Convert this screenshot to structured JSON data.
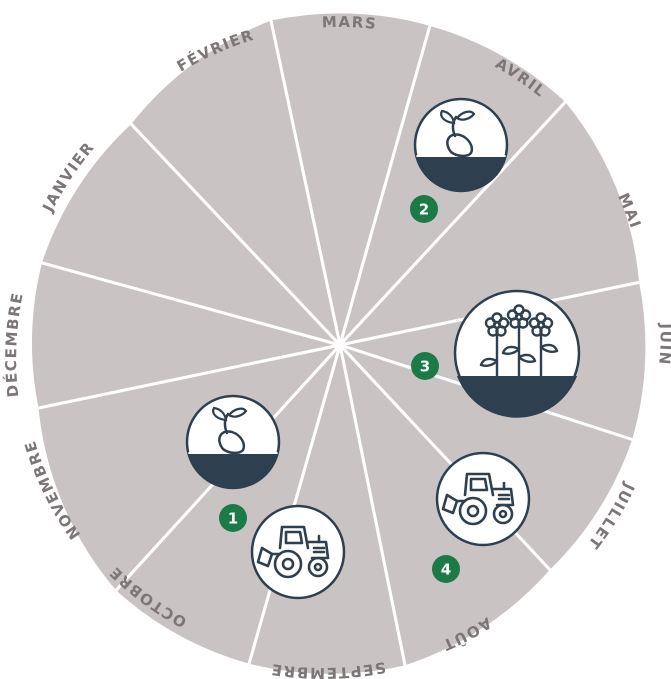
{
  "colors": {
    "segment_fill": "#cac3c4",
    "segment_stroke": "#ffffff",
    "icon_dark": "#2e3f50",
    "icon_bg": "#ffffff",
    "badge": "#1b7a45",
    "label": "#7d7676"
  },
  "months": [
    {
      "id": "mars",
      "label": "MARS"
    },
    {
      "id": "avril",
      "label": "AVRIL"
    },
    {
      "id": "mai",
      "label": "MAI"
    },
    {
      "id": "juin",
      "label": "JUIN"
    },
    {
      "id": "juillet",
      "label": "JUILLET"
    },
    {
      "id": "aout",
      "label": "AOÛT"
    },
    {
      "id": "septembre",
      "label": "SEPTEMBRE"
    },
    {
      "id": "octobre",
      "label": "OCTOBRE"
    },
    {
      "id": "novembre",
      "label": "NOVEMBRE"
    },
    {
      "id": "decembre",
      "label": "DÉCEMBRE"
    },
    {
      "id": "janvier",
      "label": "JANVIER"
    },
    {
      "id": "fevrier",
      "label": "FÉVRIER"
    }
  ],
  "steps": [
    {
      "number": "1",
      "icon": "seedling-icon"
    },
    {
      "number": "2",
      "icon": "seedling-icon"
    },
    {
      "number": "3",
      "icon": "flowers-icon"
    },
    {
      "number": "4",
      "icon": "tractor-icon"
    }
  ],
  "extra_icons": [
    {
      "icon": "tractor-icon"
    }
  ]
}
